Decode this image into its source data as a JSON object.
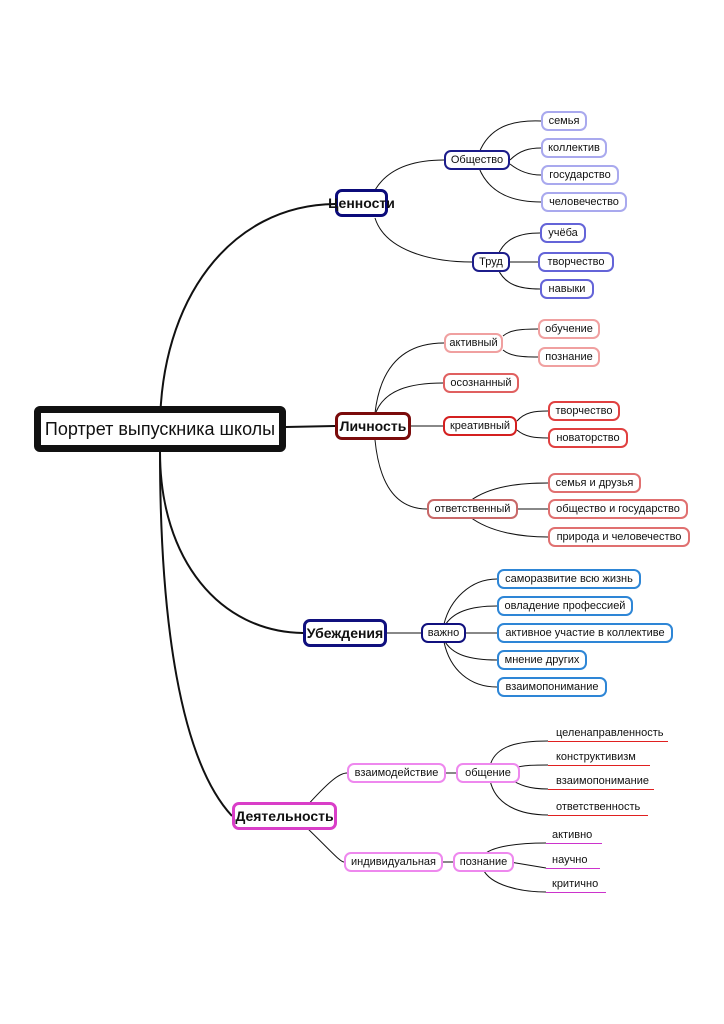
{
  "root": {
    "label": "Портрет выпускника школы"
  },
  "branches": {
    "values": {
      "label": "Ценности",
      "color": "#0b0b7a",
      "society": {
        "label": "Общество",
        "children": [
          "семья",
          "коллектив",
          "государство",
          "человечество"
        ]
      },
      "labor": {
        "label": "Труд",
        "children": [
          "учёба",
          "творчество",
          "навыки"
        ]
      }
    },
    "personality": {
      "label": "Личность",
      "color": "#7a0b0b",
      "active": {
        "label": "активный",
        "children": [
          "обучение",
          "познание"
        ]
      },
      "conscious": {
        "label": "осознанный"
      },
      "creative": {
        "label": "креативный",
        "children": [
          "творчество",
          "новаторство"
        ]
      },
      "responsible": {
        "label": "ответственный",
        "children": [
          "семья и друзья",
          "общество и государство",
          "природа и человечество"
        ]
      }
    },
    "beliefs": {
      "label": "Убеждения",
      "color": "#10107e",
      "important": {
        "label": "важно",
        "children": [
          "саморазвитие всю жизнь",
          "овладение профессией",
          "активное участие в коллективе",
          "мнение других",
          "взаимопонимание"
        ]
      }
    },
    "activity": {
      "label": "Деятельность",
      "color": "#d93ec8",
      "interaction": {
        "label": "взаимодействие",
        "communication": {
          "label": "общение",
          "children": [
            "целенаправленность",
            "конструктивизм",
            "взаимопонимание",
            "ответственность"
          ]
        }
      },
      "individual": {
        "label": "индивидуальная",
        "cognition": {
          "label": "познание",
          "children": [
            "активно",
            "научно",
            "критично"
          ]
        }
      }
    }
  },
  "colors": {
    "root_border": "#111111",
    "values_lv2": "#1c1c8a",
    "society_leaf": "#a9a9ee",
    "labor_leaf": "#6464d8",
    "active_box": "#f0a0a0",
    "conscious_box": "#e06060",
    "creative_box": "#d42020",
    "creative_leaf": "#e04040",
    "responsible_box": "#c86868",
    "responsible_leaf": "#e07070",
    "beliefs_leaf": "#2e86d6",
    "activity_box": "#ee88ee",
    "communication_line": "#e02020",
    "cognition_line": "#cc33cc",
    "link": "#111111"
  }
}
